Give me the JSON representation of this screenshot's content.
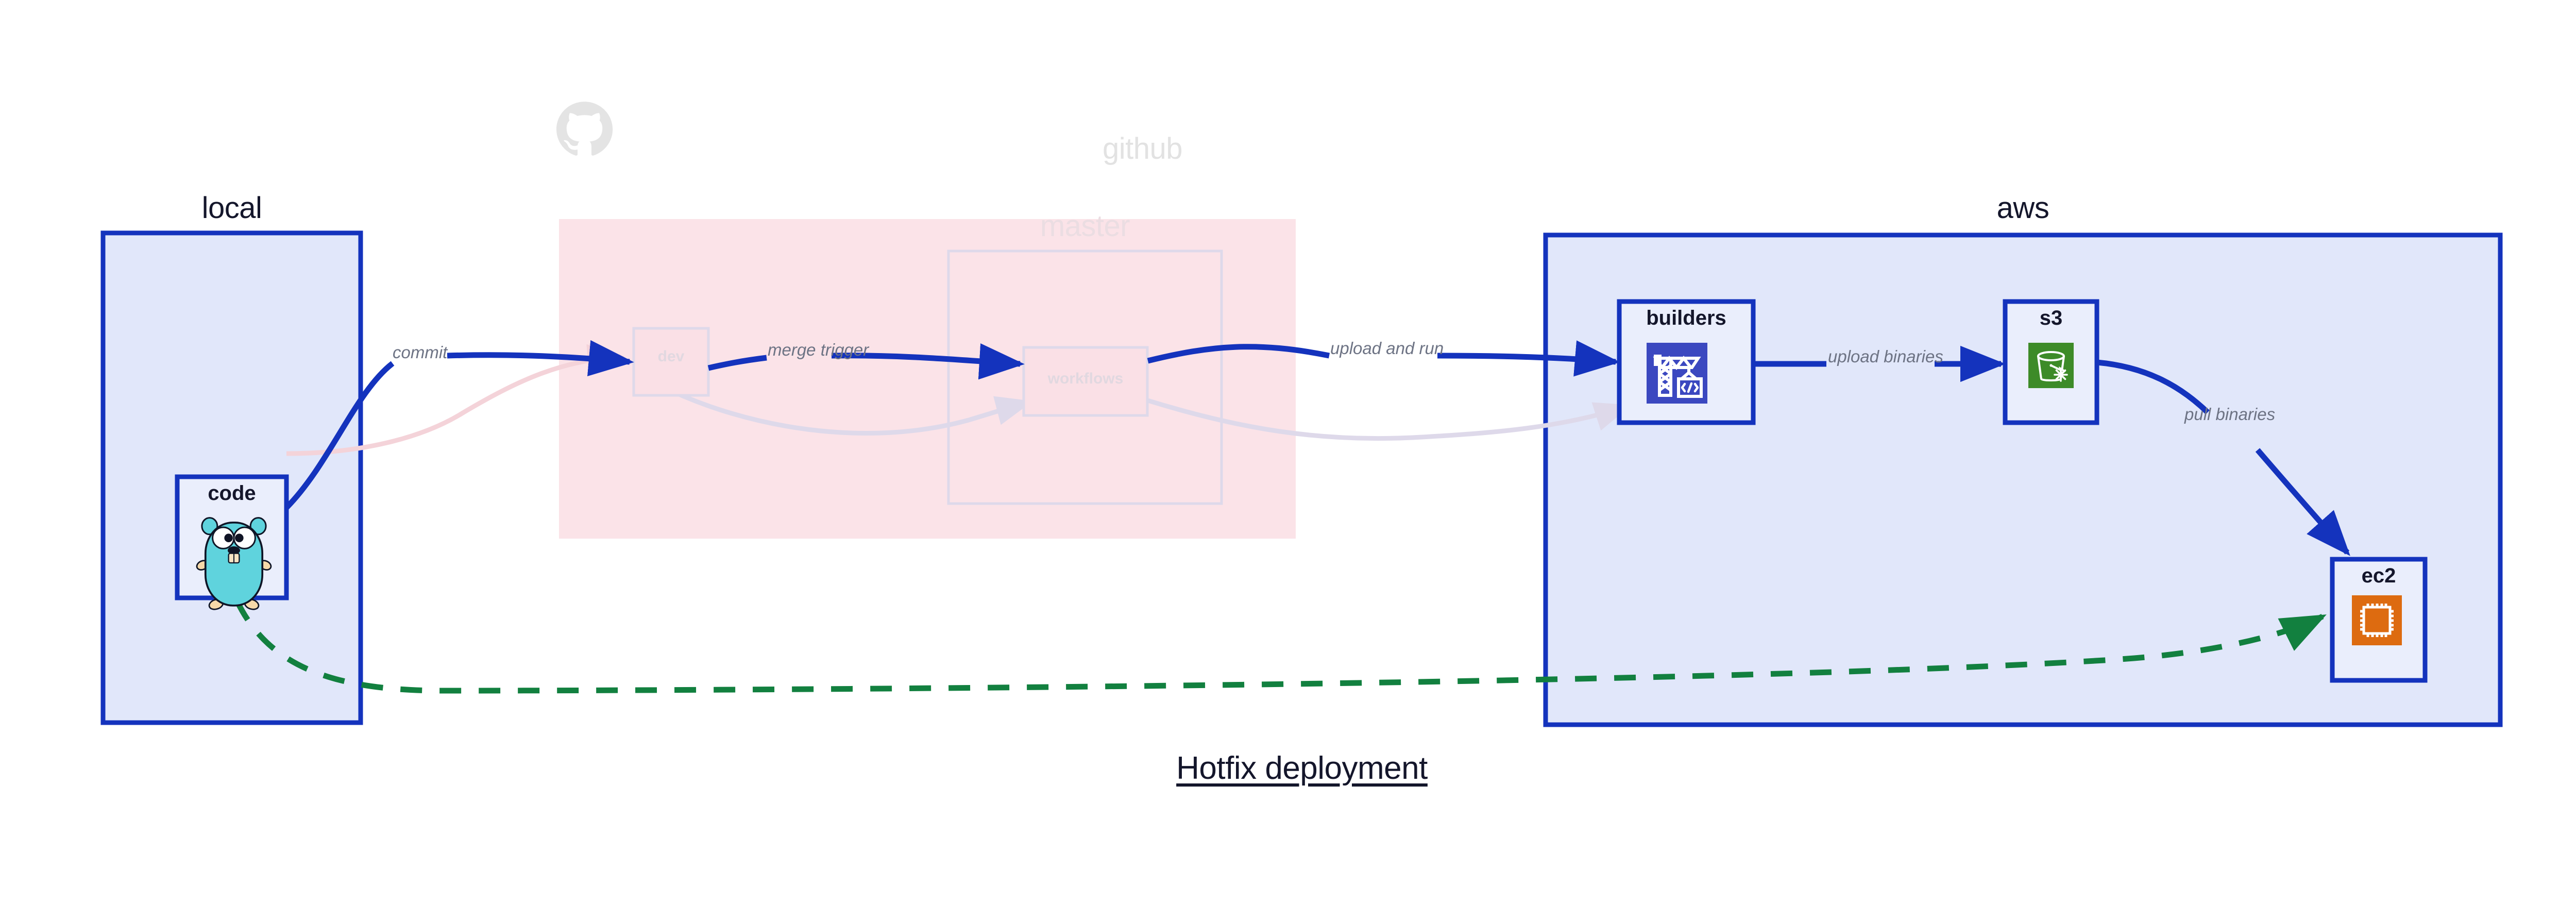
{
  "title": "Hotfix deployment",
  "colors": {
    "group_blue_fill": "#e1e7fa",
    "group_blue_stroke": "#1433bd",
    "group_pink_fill": "#fbe3e8",
    "node_fill": "#eaeefc",
    "node_stroke": "#1433bd",
    "edge_blue": "#1433bd",
    "edge_green": "#12803f",
    "label_gray": "#6d7384",
    "faded_gray": "#e2e2e2",
    "builders_icon_bg": "#3b48c0",
    "s3_icon_bg": "#3d8b28",
    "ec2_icon_bg": "#dd6b10",
    "gopher_body": "#5fd3dd"
  },
  "groups": [
    {
      "id": "local",
      "label": "local",
      "faded": false
    },
    {
      "id": "github",
      "label": "github",
      "faded": true
    },
    {
      "id": "master",
      "label": "master",
      "faded": true
    },
    {
      "id": "aws",
      "label": "aws",
      "faded": false
    }
  ],
  "nodes": [
    {
      "id": "code",
      "label": "code",
      "icon": "go-gopher-icon",
      "faded": false
    },
    {
      "id": "dev",
      "label": "dev",
      "icon": "none",
      "faded": true
    },
    {
      "id": "workflows",
      "label": "workflows",
      "icon": "none",
      "faded": true
    },
    {
      "id": "builders",
      "label": "builders",
      "icon": "aws-codebuild-icon",
      "faded": false
    },
    {
      "id": "s3",
      "label": "s3",
      "icon": "aws-s3-icon",
      "faded": false
    },
    {
      "id": "ec2",
      "label": "ec2",
      "icon": "aws-ec2-icon",
      "faded": false
    }
  ],
  "edges": [
    {
      "id": "code-dev",
      "from": "code",
      "to": "dev",
      "label": "commit",
      "style": "solid",
      "color": "blue"
    },
    {
      "id": "dev-workflows",
      "from": "dev",
      "to": "workflows",
      "label": "merge trigger",
      "style": "solid",
      "color": "blue"
    },
    {
      "id": "wf-builders",
      "from": "workflows",
      "to": "builders",
      "label": "upload and run",
      "style": "solid",
      "color": "blue"
    },
    {
      "id": "builders-s3",
      "from": "builders",
      "to": "s3",
      "label": "upload binaries",
      "style": "solid",
      "color": "blue"
    },
    {
      "id": "s3-ec2",
      "from": "s3",
      "to": "ec2",
      "label": "pull binaries",
      "style": "solid",
      "color": "blue"
    },
    {
      "id": "code-ec2",
      "from": "code",
      "to": "ec2",
      "label": "",
      "style": "dashed",
      "color": "green"
    }
  ],
  "icons": {
    "github_logo": "github-octocat-icon",
    "gopher": "go-gopher-icon",
    "codebuild": "aws-codebuild-icon",
    "s3": "aws-s3-icon",
    "ec2": "aws-ec2-icon"
  }
}
